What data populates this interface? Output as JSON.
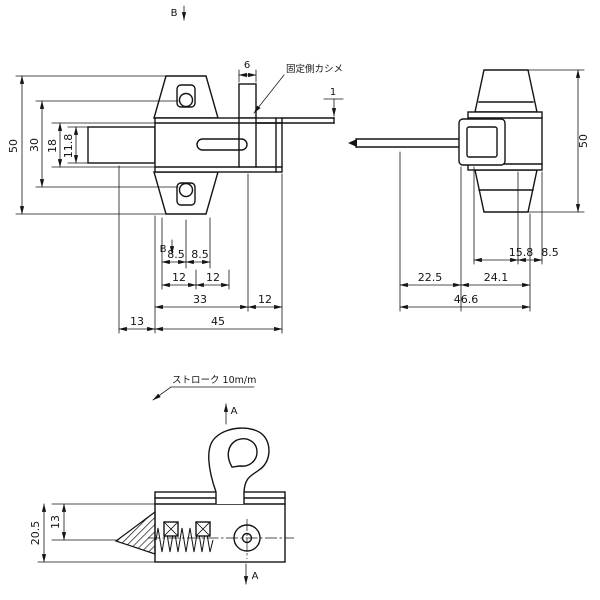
{
  "views": {
    "front": {
      "section_mark_top": "B",
      "section_mark_bottom": "B",
      "note_rivet": "固定側カシメ",
      "dims": {
        "pin_width": "6",
        "plate_thickness": "1",
        "height_total": "50",
        "hole_pitch_height": "30",
        "case_height": "18",
        "bolt_height": "11.8",
        "flange_half_left": "8.5",
        "flange_half_right": "8.5",
        "pitch_left": "12",
        "pitch_right": "12",
        "case_width": "33",
        "case_right": "12",
        "bolt_throw": "13",
        "width_total": "45"
      }
    },
    "side": {
      "dims": {
        "height_total": "50",
        "depth_inner": "15.8",
        "depth_flange": "8.5",
        "rod_length": "22.5",
        "body_depth": "24.1",
        "depth_total": "46.6"
      }
    },
    "bottom": {
      "note_stroke": "ストローク 10m/m",
      "section_mark_top": "A",
      "section_mark_bottom": "A",
      "dims": {
        "inner_height": "13",
        "height_total": "20.5"
      }
    }
  }
}
